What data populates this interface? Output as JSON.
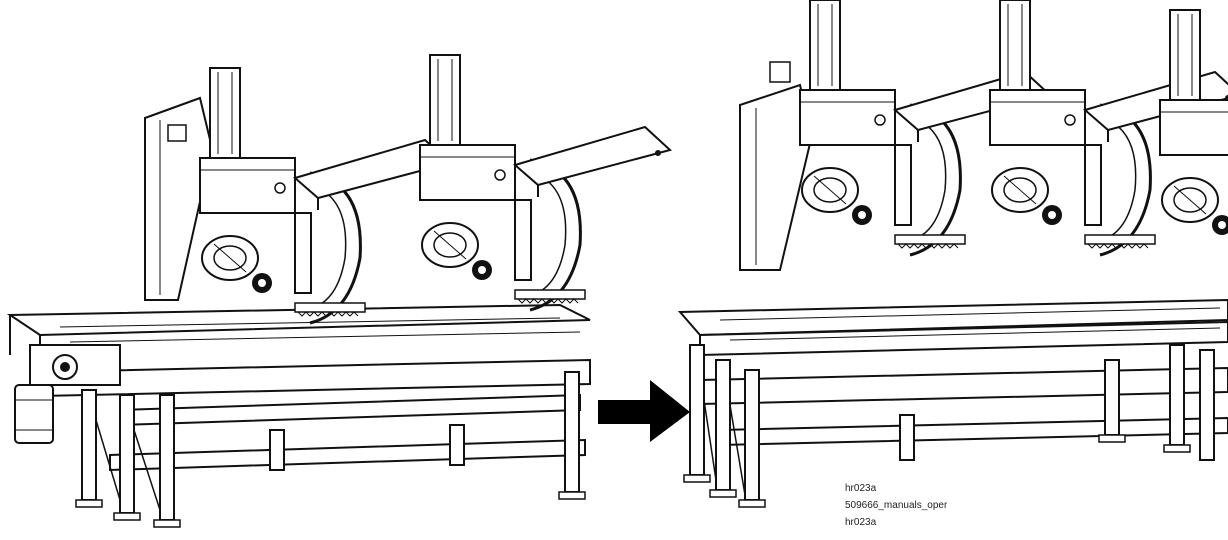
{
  "figure": {
    "caption_lines": [
      "hr023a",
      "509666_manuals_oper",
      "hr023a"
    ],
    "line_color": "#111111",
    "fill_color": "#ffffff",
    "arrow_color": "#000000"
  }
}
